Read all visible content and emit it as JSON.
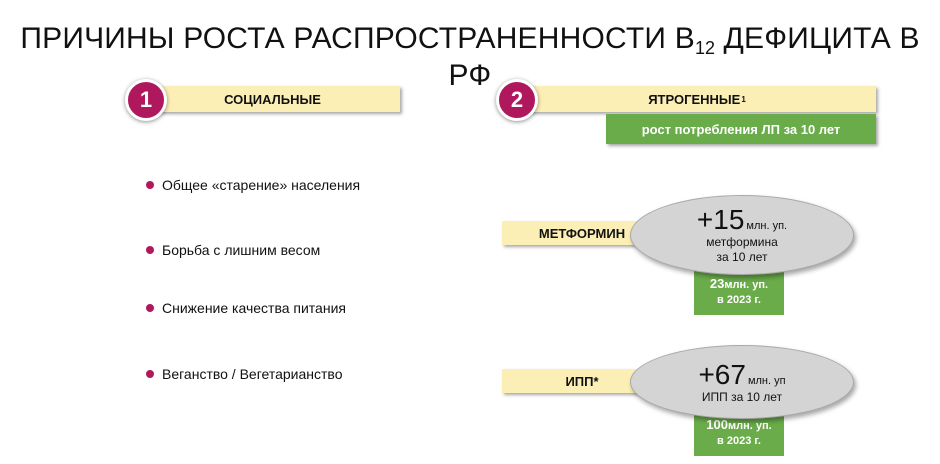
{
  "title": {
    "main": "ПРИЧИНЫ РОСТА РАСПРОСТРАНЕННОСТИ В",
    "sub": "12",
    "rest": "ДЕФИЦИТА В РФ"
  },
  "section1": {
    "number": "1",
    "label": "СОЦИАЛЬНЫЕ",
    "bullets": [
      "Общее «старение» населения",
      "Борьба с лишним весом",
      "Снижение качества питания",
      "Веганство / Вегетарианство"
    ]
  },
  "section2": {
    "number": "2",
    "label": "ЯТРОГЕННЫЕ",
    "footnote": "1",
    "subtitle": "рост потребления ЛП за 10 лет"
  },
  "drug1": {
    "name": "МЕТФОРМИН",
    "growth": "+15",
    "growth_unit": "млн. уп.",
    "line1": "метформина",
    "line2": "за 10 лет",
    "total": "23",
    "total_unit": "млн. уп.",
    "year": "в 2023 г."
  },
  "drug2": {
    "name": "ИПП*",
    "growth": "+67",
    "growth_unit": "млн. уп",
    "line1": "ИПП за 10 лет",
    "total": "100",
    "total_unit": "млн. уп.",
    "year": "в 2023 г."
  },
  "colors": {
    "accent": "#b0185e",
    "label_bg": "#fcefb6",
    "green": "#6aab4a",
    "ellipse": "#d4d4d4"
  }
}
